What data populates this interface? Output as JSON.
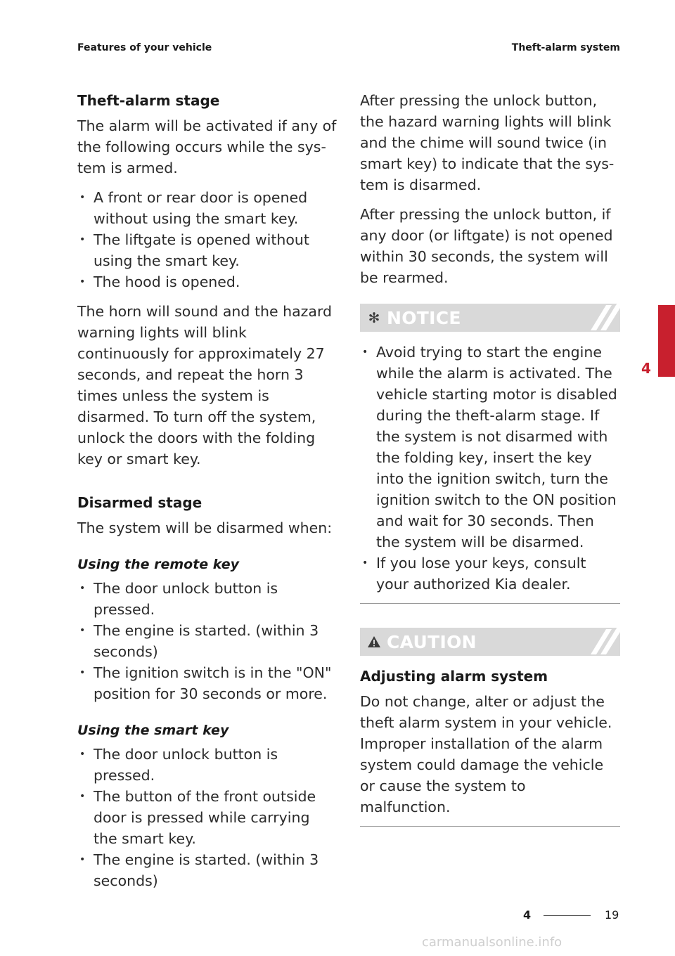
{
  "header": {
    "left": "Features of your vehicle",
    "right": "Theft-alarm system"
  },
  "left": {
    "theft_heading": "Theft-alarm stage",
    "theft_intro": "The alarm will be activated if any of the following occurs while the sys-tem is armed.",
    "theft_bullets": [
      "A front or rear door is opened without using the smart key.",
      "The liftgate is opened without using the smart key.",
      "The hood is opened."
    ],
    "theft_para": "The horn will sound and the hazard warning lights will blink continuously for approximately 27 seconds, and repeat the horn 3 times unless the system is disarmed. To turn off the system, unlock the doors with the folding key or smart key.",
    "disarmed_heading": "Disarmed stage",
    "disarmed_intro": "The system will be disarmed when:",
    "remote_heading": "Using the remote key",
    "remote_bullets": [
      "The door unlock button is pressed.",
      "The engine is started. (within 3 seconds)",
      "The ignition switch is in the \"ON\" position for 30 seconds or more."
    ],
    "smart_heading": "Using the smart key",
    "smart_bullets": [
      "The door unlock button is pressed.",
      "The button of the front outside door is pressed while carrying the smart key.",
      "The engine is started. (within 3 seconds)"
    ]
  },
  "right": {
    "para1": "After pressing the unlock button, the hazard warning lights will blink and the chime will sound twice (in smart key) to indicate that the sys-tem is disarmed.",
    "para2": "After pressing the unlock button, if any door (or liftgate) is not opened within 30 seconds, the system will be rearmed.",
    "notice_title": "NOTICE",
    "notice_bullets": [
      "Avoid trying to start the engine while the alarm is activated. The vehicle starting motor is disabled during the theft-alarm stage. If the system is not disarmed with the folding key, insert the key into the ignition switch, turn the ignition switch to the ON position and wait for 30 seconds. Then the system will be disarmed.",
      "If you lose your keys, consult your authorized Kia dealer."
    ],
    "caution_title": "CAUTION",
    "caution_heading": "Adjusting alarm system",
    "caution_text": "Do not change, alter or adjust the theft alarm system in your vehicle. Improper installation of the alarm system could damage the vehicle or cause the system to malfunction."
  },
  "side_tab": {
    "chapter": "4",
    "color": "#c8202e"
  },
  "footer": {
    "chapter": "4",
    "page": "19"
  },
  "watermark": "carmanualsonline.info",
  "icons": {
    "notice": "asterisk-icon",
    "caution": "warning-triangle-icon"
  }
}
